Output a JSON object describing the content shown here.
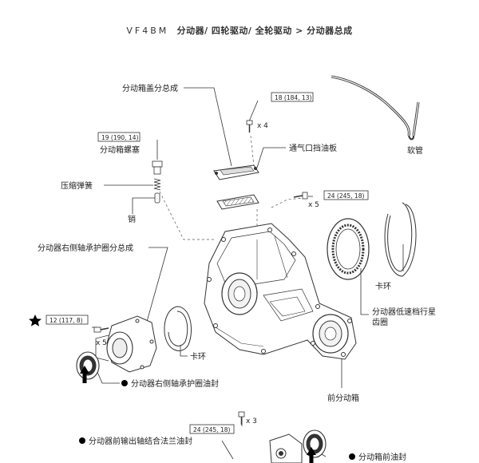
{
  "header": {
    "model": "VF4BM",
    "path": "分动器/ 四轮驱动/ 全轮驱动 >  分动器总成"
  },
  "labels": {
    "cover": "分动箱盖分总成",
    "breather": "通气口挡油板",
    "hose": "软管",
    "plug": "分动箱螺塞",
    "spring": "压缩弹簧",
    "pin": "销",
    "bearing_retainer": "分动器右侧轴承护圈分总成",
    "snap_ring_right": "卡环",
    "ring_gear": "分动器低速档行星齿圈",
    "snap_ring_left": "卡环",
    "front_case": "前分动箱",
    "oil_seal_right": "分动器右侧轴承护圈油封",
    "flange_seal": "分动器前输出轴结合法兰油封",
    "front_oil_seal": "分动箱前油封"
  },
  "torques": {
    "cover_bolts": "18 (184, 13)",
    "plug": "19 (190, 14)",
    "case_bolts": "24 (245, 18)",
    "retainer_bolts": "12 (117, 8)",
    "front_bolts": "24 (245, 18)"
  },
  "quantities": {
    "cover_bolts": "x 4",
    "case_bolts": "x 5",
    "retainer_bolts": "x 5",
    "front_bolts": "x 3"
  }
}
